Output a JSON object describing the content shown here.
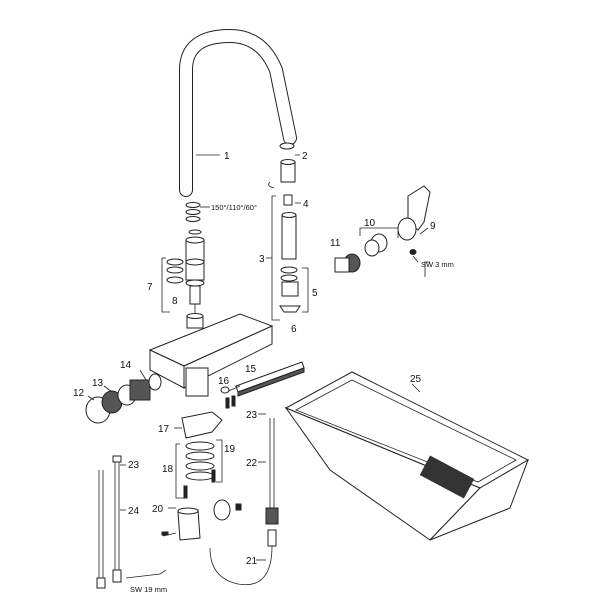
{
  "labels": {
    "p1": "1",
    "p2": "2",
    "p3": "3",
    "p4": "4",
    "p5": "5",
    "p6": "6",
    "p7": "7",
    "p8": "8",
    "p9": "9",
    "p10": "10",
    "p11": "11",
    "p12": "12",
    "p13": "13",
    "p14": "14",
    "p15": "15",
    "p16": "16",
    "p17": "17",
    "p18": "18",
    "p19": "19",
    "p20": "20",
    "p21": "21",
    "p22": "22",
    "p23a": "23",
    "p23b": "23",
    "p24": "24",
    "p25": "25"
  },
  "notes": {
    "angles": "150°/110°/60°",
    "wrench_3": "SW 3 mm",
    "wrench_19": "SW 19 mm"
  }
}
